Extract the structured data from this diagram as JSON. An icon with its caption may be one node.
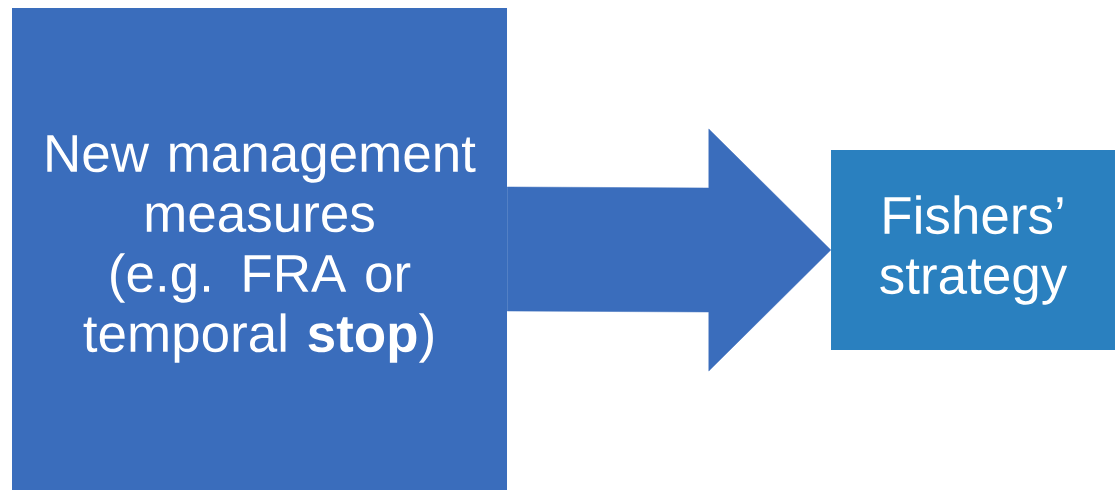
{
  "diagram": {
    "nodes": [
      {
        "text": [
          "New management measures (e.g. FRA or temporal **stop**)"
        ]
      },
      {
        "text": [
          "Fishers’ strategy"
        ]
      }
    ],
    "edges": [
      {
        "from": 0,
        "to": 1,
        "arrow": "to"
      }
    ]
  }
}
